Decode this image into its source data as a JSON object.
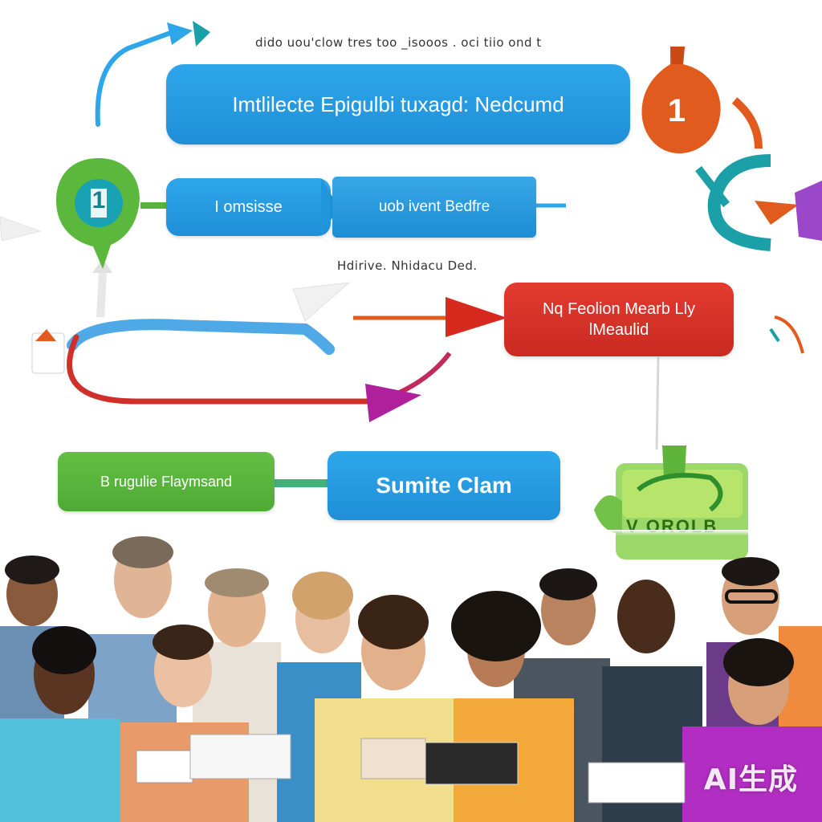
{
  "diagram": {
    "top_caption": "dido uou'clow tres too _isooos . oci tiio ond t",
    "mid_caption": "Hdirive. Nhidacu Ded.",
    "boxes": {
      "top": "Imtlilecte Epigulbi tuxagd: Nedcumd",
      "left_small": "I  omsisse",
      "right_small": "uob ivent Bedfre",
      "red": "Nq  Feolion  Mearb  Lly lMeaulid",
      "green": "B  rugulie  Flaymsand",
      "final": "Sumite Clam"
    },
    "badges": {
      "green_badge": "1",
      "orange_badge": "1"
    },
    "stamp_text": "V OROLB"
  },
  "watermark": "AI生成",
  "colors": {
    "blue": "#1f8fd8",
    "red": "#d0302a",
    "green": "#57b33b",
    "orange": "#e25b1e",
    "teal": "#1ba0a8",
    "magenta": "#b0209a"
  }
}
